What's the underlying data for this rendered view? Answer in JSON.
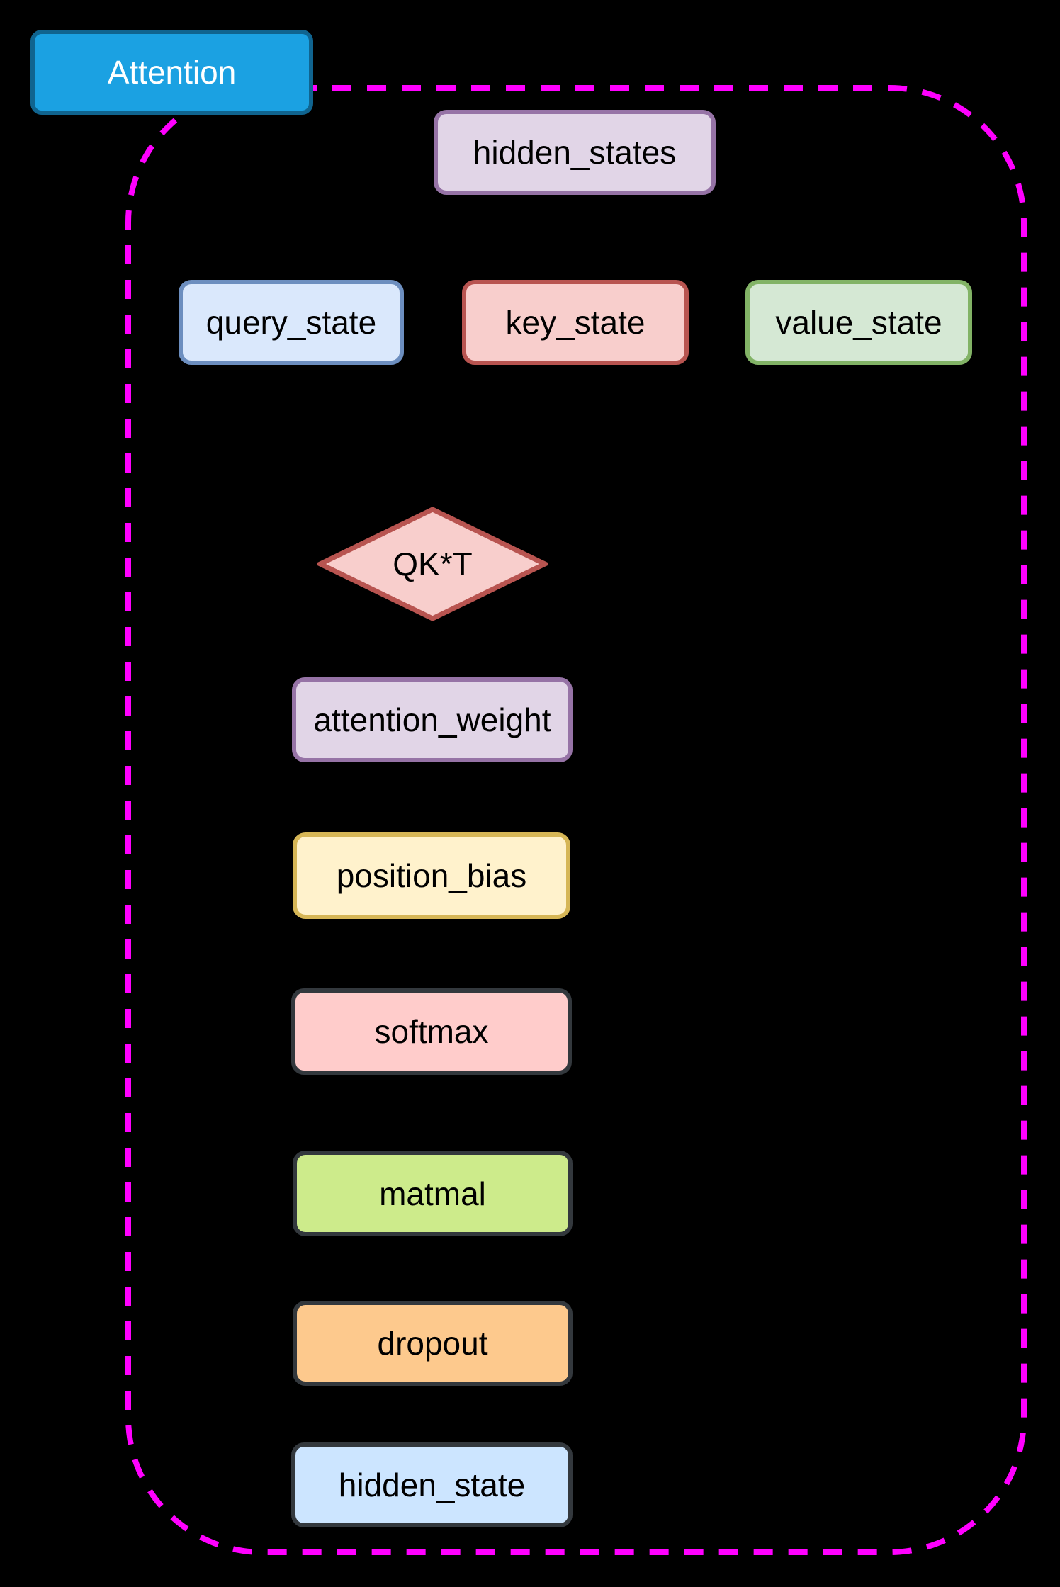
{
  "canvas": {
    "background": "#000000"
  },
  "group": {
    "label": "Attention",
    "label_fill": "#1ba1e2",
    "label_stroke": "#10648f",
    "label_text_color": "#ffffff",
    "border_color": "#ff00ff",
    "border_style": "dashed"
  },
  "nodes": [
    {
      "id": "hidden_states",
      "label": "hidden_states",
      "shape": "rounded-rect",
      "fill": "#e1d5e7",
      "stroke": "#9673a6"
    },
    {
      "id": "query_state",
      "label": "query_state",
      "shape": "rounded-rect",
      "fill": "#dae8fc",
      "stroke": "#6c8ebf"
    },
    {
      "id": "key_state",
      "label": "key_state",
      "shape": "rounded-rect",
      "fill": "#f8cecc",
      "stroke": "#b85450"
    },
    {
      "id": "value_state",
      "label": "value_state",
      "shape": "rounded-rect",
      "fill": "#d5e8d4",
      "stroke": "#82b366"
    },
    {
      "id": "qkt",
      "label": "QK*T",
      "shape": "diamond",
      "fill": "#f8cecc",
      "stroke": "#b85450"
    },
    {
      "id": "attention_weight",
      "label": "attention_weight",
      "shape": "rounded-rect",
      "fill": "#e1d5e7",
      "stroke": "#9673a6"
    },
    {
      "id": "position_bias",
      "label": "position_bias",
      "shape": "rounded-rect",
      "fill": "#fff2cc",
      "stroke": "#d6b656"
    },
    {
      "id": "softmax",
      "label": "softmax",
      "shape": "rounded-rect",
      "fill": "#ffcccb",
      "stroke": "#33383d"
    },
    {
      "id": "matmal",
      "label": "matmal",
      "shape": "rounded-rect",
      "fill": "#cdeb8b",
      "stroke": "#33383d"
    },
    {
      "id": "dropout",
      "label": "dropout",
      "shape": "rounded-rect",
      "fill": "#fdc98d",
      "stroke": "#33383d"
    },
    {
      "id": "hidden_state",
      "label": "hidden_state",
      "shape": "rounded-rect",
      "fill": "#cce5ff",
      "stroke": "#33383d"
    }
  ]
}
